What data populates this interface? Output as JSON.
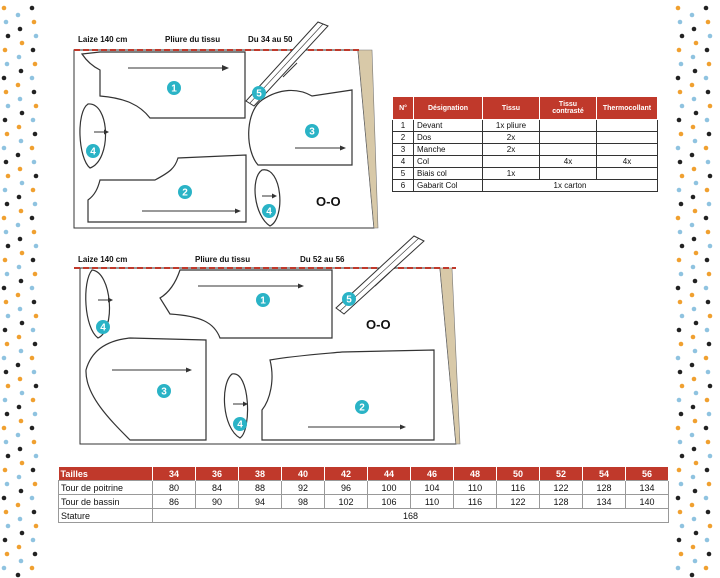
{
  "layout1": {
    "laize_label": "Laize 140 cm",
    "pliure_label": "Pliure du tissu",
    "size_range": "Du 34 au 50",
    "oo_mark": "O-O",
    "markers": [
      "1",
      "2",
      "3",
      "4",
      "4",
      "5"
    ]
  },
  "layout2": {
    "laize_label": "Laize 140 cm",
    "pliure_label": "Pliure du tissu",
    "size_range": "Du 52 au 56",
    "oo_mark": "O-O",
    "markers": [
      "1",
      "2",
      "3",
      "4",
      "4",
      "5"
    ]
  },
  "pieces_table": {
    "headers": [
      "N°",
      "Désignation",
      "Tissu",
      "Tissu contrasté",
      "Thermocollant"
    ],
    "rows": [
      {
        "num": "1",
        "name": "Devant",
        "tissu": "1x pliure",
        "contraste": "",
        "thermo": ""
      },
      {
        "num": "2",
        "name": "Dos",
        "tissu": "2x",
        "contraste": "",
        "thermo": ""
      },
      {
        "num": "3",
        "name": "Manche",
        "tissu": "2x",
        "contraste": "",
        "thermo": ""
      },
      {
        "num": "4",
        "name": "Col",
        "tissu": "",
        "contraste": "4x",
        "thermo": "4x"
      },
      {
        "num": "5",
        "name": "Biais col",
        "tissu": "1x",
        "contraste": "",
        "thermo": ""
      },
      {
        "num": "6",
        "name": "Gabarit Col",
        "merged": "1x carton"
      }
    ]
  },
  "size_table": {
    "header_label": "Tailles",
    "sizes": [
      "34",
      "36",
      "38",
      "40",
      "42",
      "44",
      "46",
      "48",
      "50",
      "52",
      "54",
      "56"
    ],
    "rows": [
      {
        "label": "Tour de poitrine",
        "values": [
          "80",
          "84",
          "88",
          "92",
          "96",
          "100",
          "104",
          "110",
          "116",
          "122",
          "128",
          "134"
        ]
      },
      {
        "label": "Tour de bassin",
        "values": [
          "86",
          "90",
          "94",
          "98",
          "102",
          "106",
          "110",
          "116",
          "122",
          "128",
          "134",
          "140"
        ]
      }
    ],
    "stature_label": "Stature",
    "stature_value": "168"
  },
  "colors": {
    "accent_red": "#c0392b",
    "marker_teal": "#2ab3c6",
    "dot_orange": "#f0a030",
    "dot_blue": "#8fc3e0",
    "dot_black": "#222222"
  }
}
